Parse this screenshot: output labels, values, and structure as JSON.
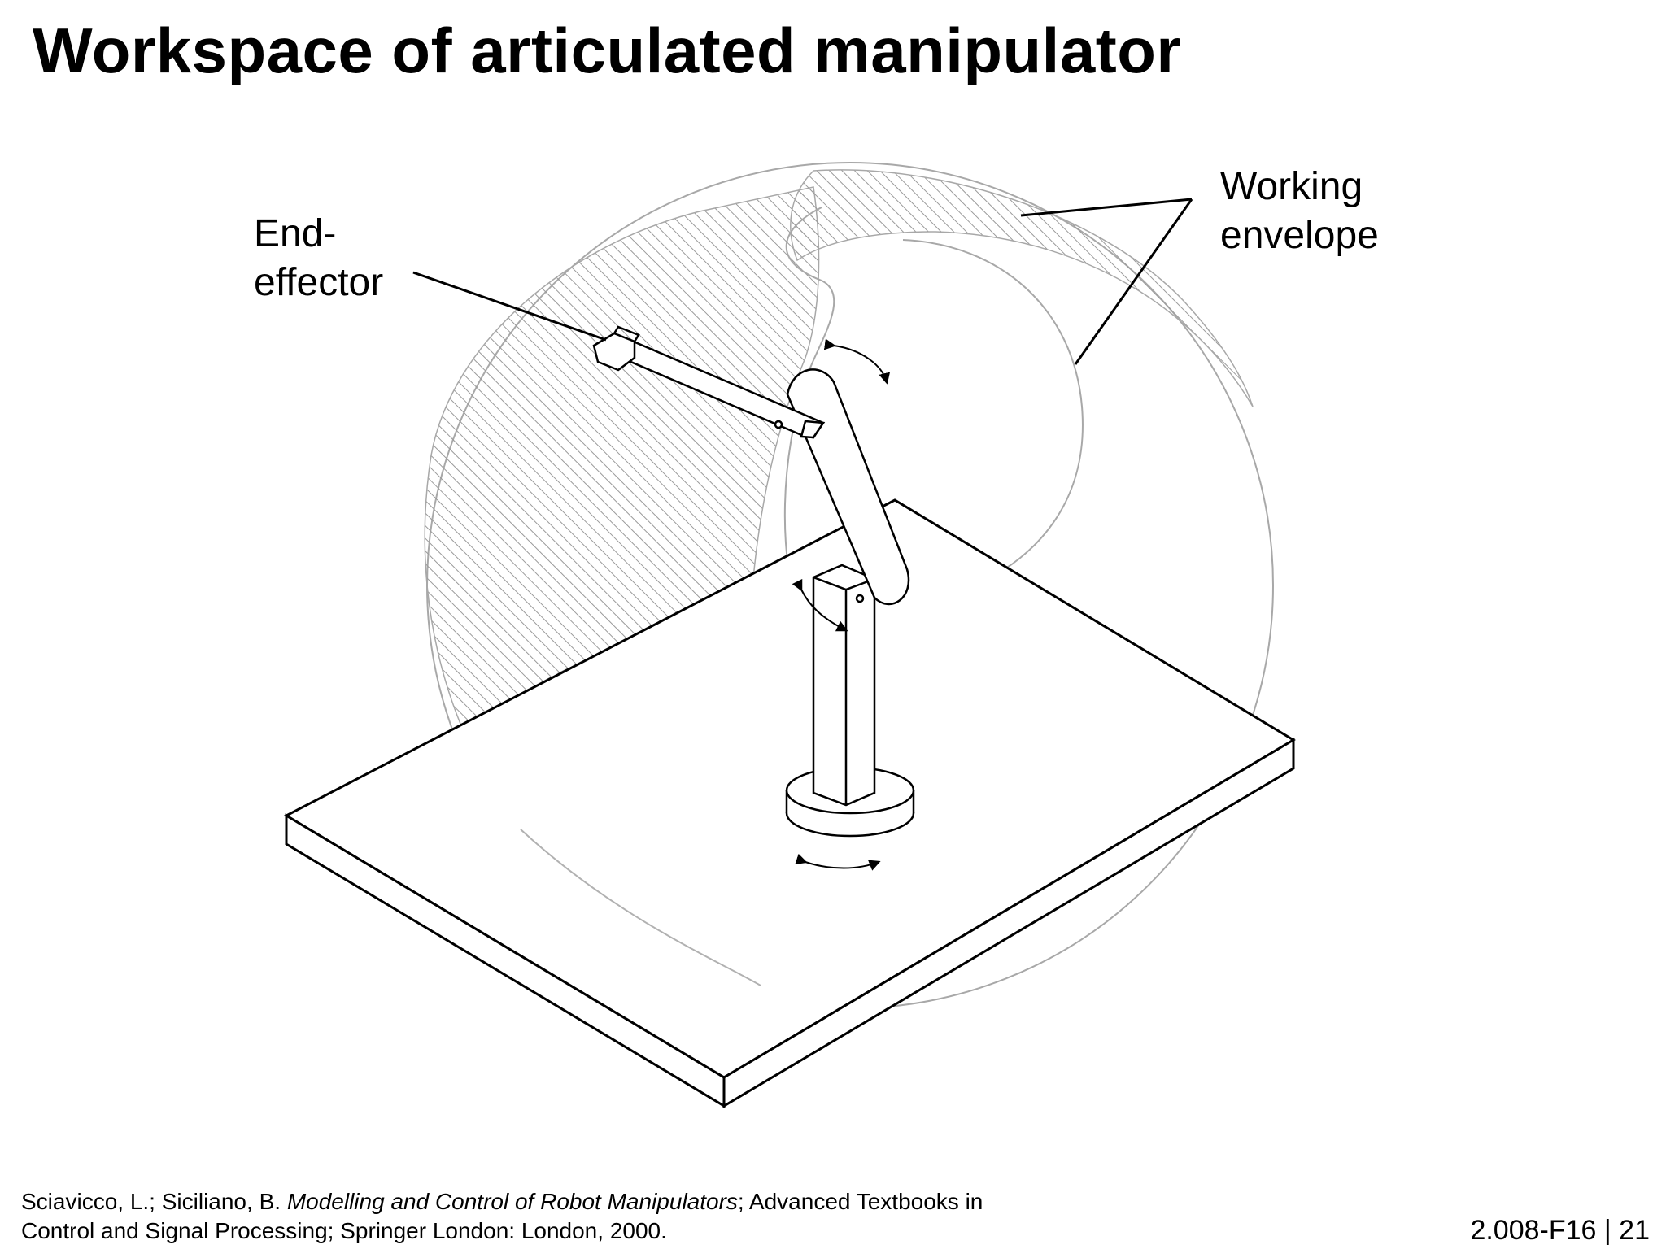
{
  "slide": {
    "title": "Workspace of articulated manipulator",
    "labels": {
      "end_effector": [
        "End-",
        "effector"
      ],
      "working_envelope": [
        "Working",
        "envelope"
      ]
    },
    "citation": {
      "authors": "Sciavicco, L.; Siciliano, B.",
      "book_title": "Modelling and Control of Robot Manipulators",
      "series_start": "; Advanced Textbooks in",
      "line2": "Control and Signal Processing; Springer London: London, 2000."
    },
    "slide_number": "2.008-F16 | 21"
  },
  "colors": {
    "ink": "#000000",
    "hatch": "#9a9a9a",
    "light_line": "#a8a8a8"
  }
}
